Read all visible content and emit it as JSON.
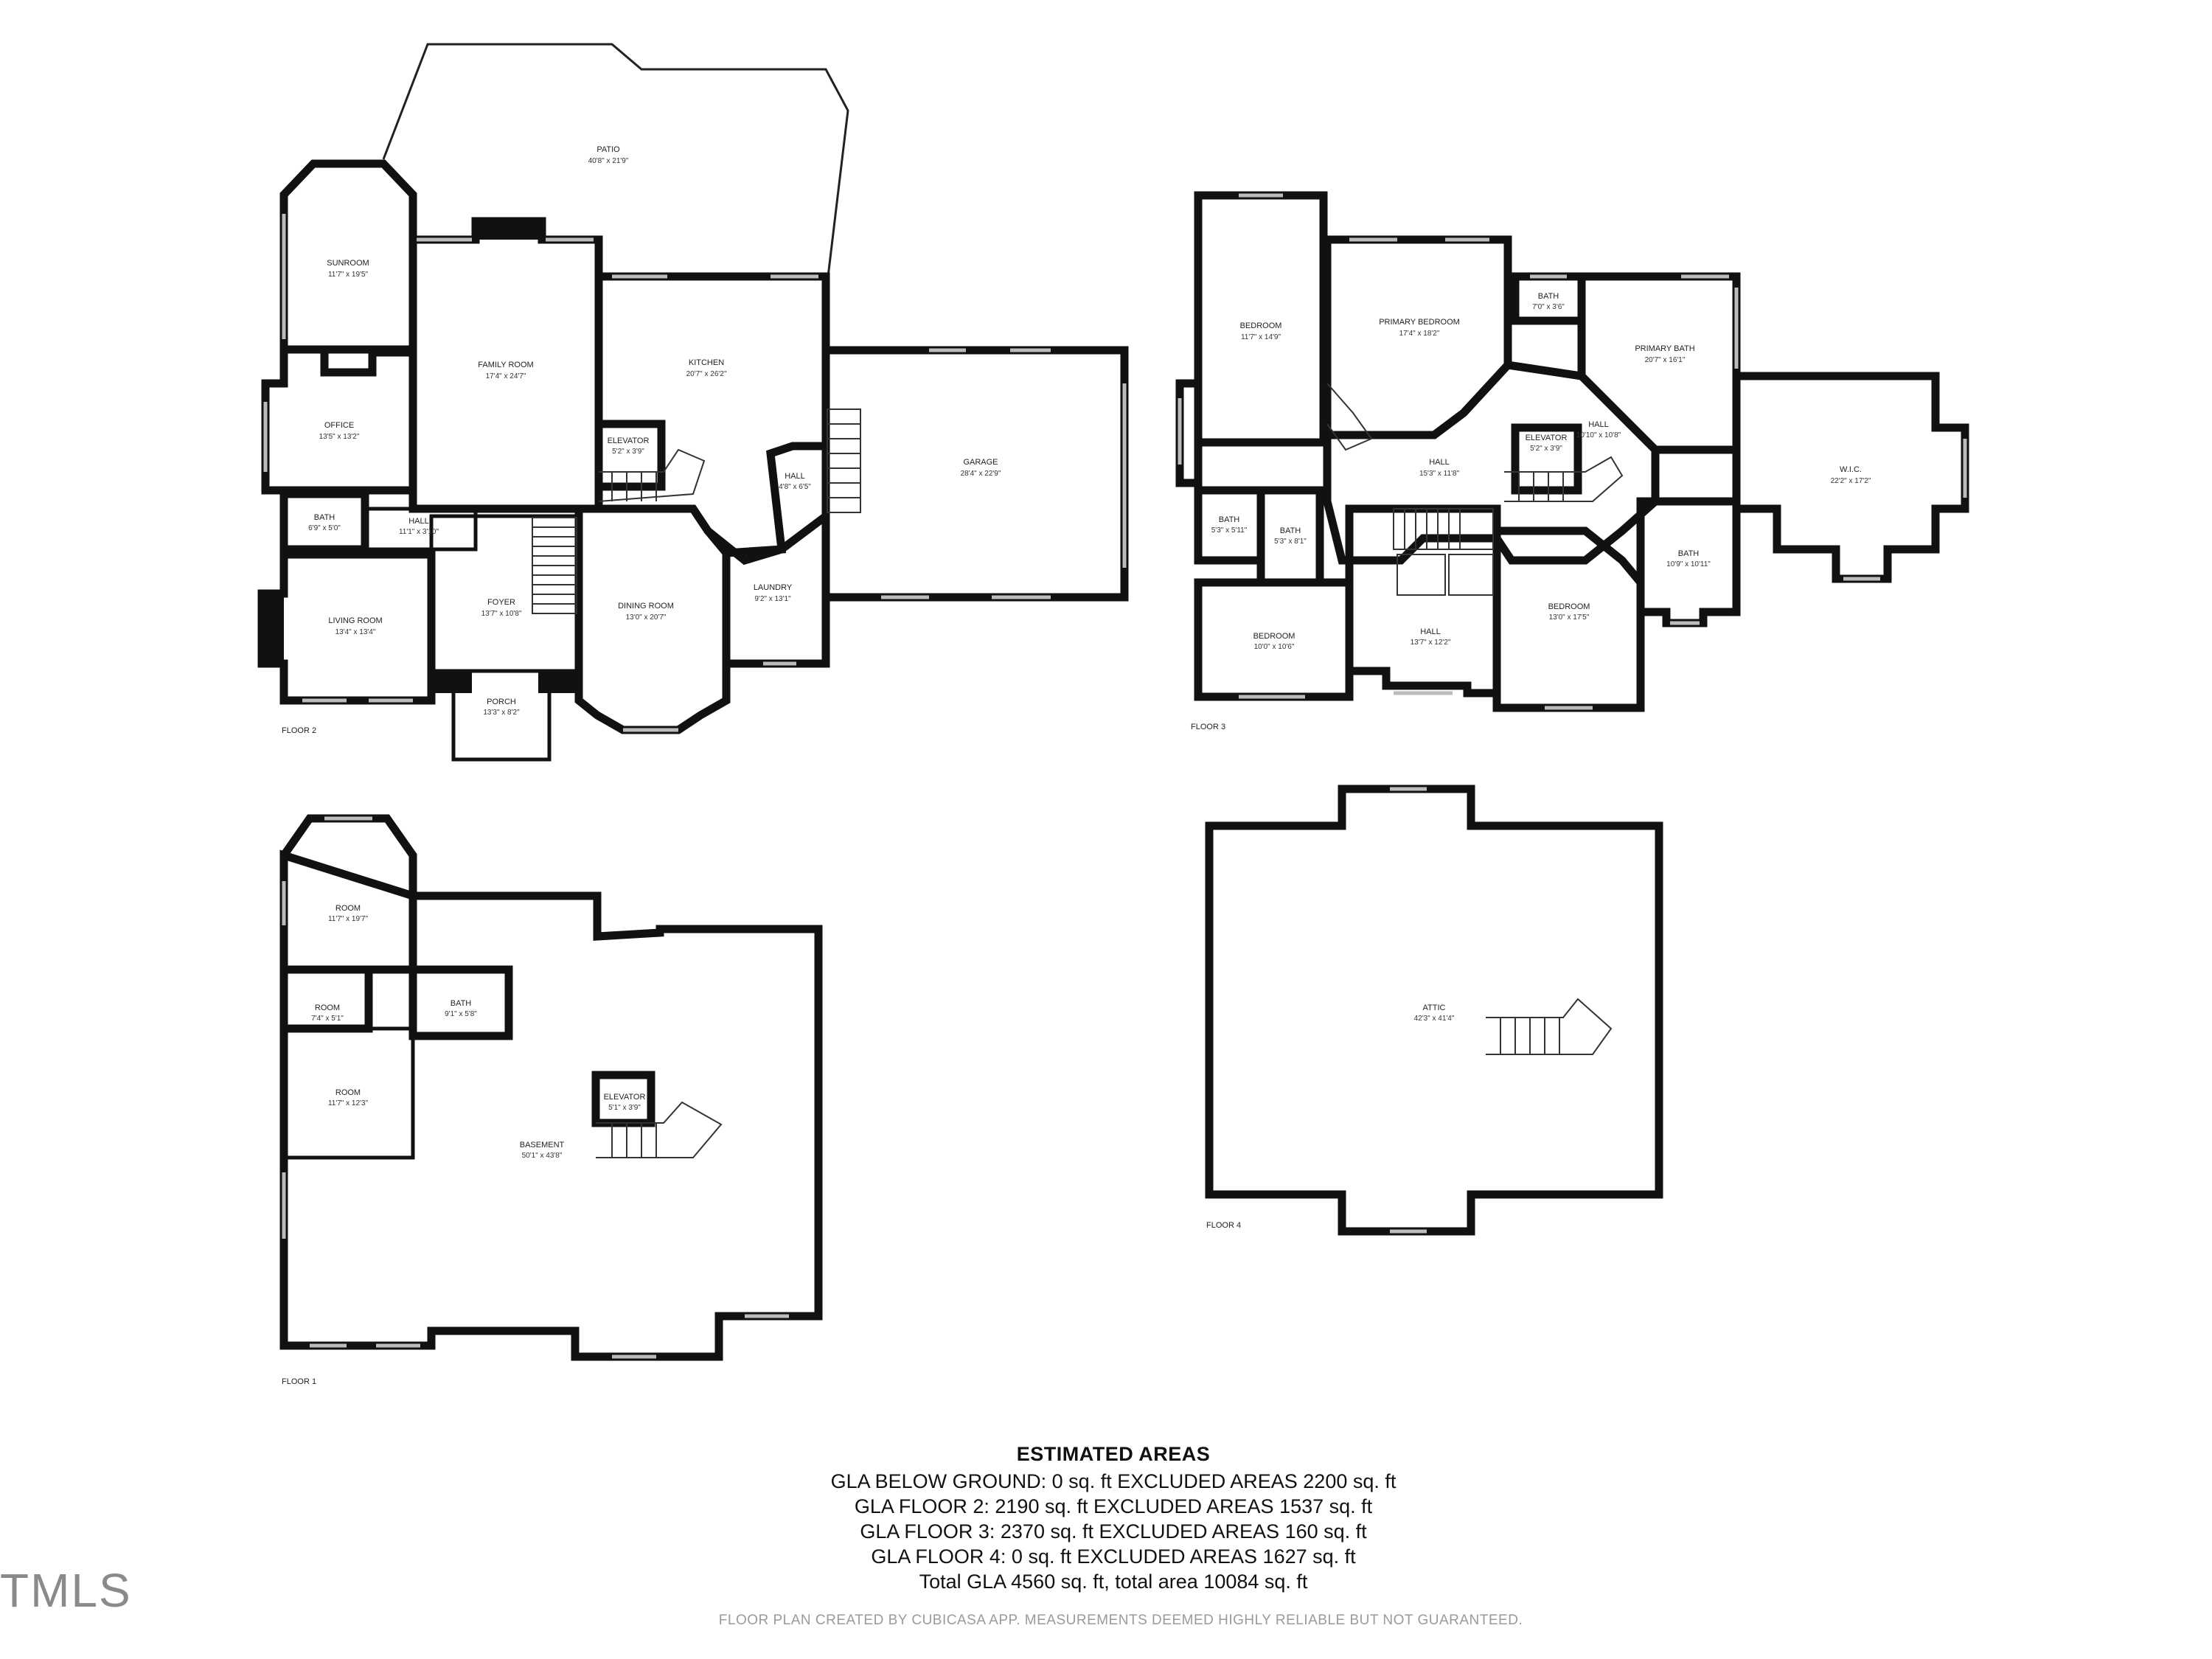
{
  "rooms": {
    "patio": {
      "name": "PATIO",
      "dim": "40'8\" x 21'9\""
    },
    "sunroom": {
      "name": "SUNROOM",
      "dim": "11'7\" x 19'5\""
    },
    "family_room": {
      "name": "FAMILY ROOM",
      "dim": "17'4\" x 24'7\""
    },
    "kitchen": {
      "name": "KITCHEN",
      "dim": "20'7\" x 26'2\""
    },
    "office": {
      "name": "OFFICE",
      "dim": "13'5\" x 13'2\""
    },
    "elevator_f2": {
      "name": "ELEVATOR",
      "dim": "5'2\" x 3'9\""
    },
    "hall_f2_small": {
      "name": "HALL",
      "dim": "4'8\" x 6'5\""
    },
    "garage": {
      "name": "GARAGE",
      "dim": "28'4\" x 22'9\""
    },
    "bath_f2": {
      "name": "BATH",
      "dim": "6'9\" x 5'0\""
    },
    "hall_f2": {
      "name": "HALL",
      "dim": "11'1\" x 3'10\""
    },
    "living_room": {
      "name": "LIVING ROOM",
      "dim": "13'4\" x 13'4\""
    },
    "foyer": {
      "name": "FOYER",
      "dim": "13'7\" x 10'8\""
    },
    "dining_room": {
      "name": "DINING ROOM",
      "dim": "13'0\" x 20'7\""
    },
    "laundry": {
      "name": "LAUNDRY",
      "dim": "9'2\" x 13'1\""
    },
    "porch": {
      "name": "PORCH",
      "dim": "13'3\" x 8'2\""
    },
    "bedroom_f3_a": {
      "name": "BEDROOM",
      "dim": "11'7\" x 14'9\""
    },
    "primary_bedroom": {
      "name": "PRIMARY BEDROOM",
      "dim": "17'4\" x 18'2\""
    },
    "bath_f3_a": {
      "name": "BATH",
      "dim": "7'0\" x 3'6\""
    },
    "primary_bath": {
      "name": "PRIMARY BATH",
      "dim": "20'7\" x 16'1\""
    },
    "elevator_f3": {
      "name": "ELEVATOR",
      "dim": "5'2\" x 3'9\""
    },
    "hall_f3_a": {
      "name": "HALL",
      "dim": "10'10\" x 10'8\""
    },
    "hall_f3_b": {
      "name": "HALL",
      "dim": "15'3\" x 11'8\""
    },
    "wic": {
      "name": "W.I.C.",
      "dim": "22'2\" x 17'2\""
    },
    "bath_f3_b": {
      "name": "BATH",
      "dim": "5'3\" x 5'11\""
    },
    "bath_f3_c": {
      "name": "BATH",
      "dim": "5'3\" x 8'1\""
    },
    "bath_f3_d": {
      "name": "BATH",
      "dim": "10'9\" x 10'11\""
    },
    "bedroom_f3_b": {
      "name": "BEDROOM",
      "dim": "10'0\" x 10'6\""
    },
    "hall_f3_c": {
      "name": "HALL",
      "dim": "13'7\" x 12'2\""
    },
    "bedroom_f3_c": {
      "name": "BEDROOM",
      "dim": "13'0\" x 17'5\""
    },
    "room_f1_a": {
      "name": "ROOM",
      "dim": "11'7\" x 19'7\""
    },
    "room_f1_b": {
      "name": "ROOM",
      "dim": "7'4\" x 5'1\""
    },
    "bath_f1": {
      "name": "BATH",
      "dim": "9'1\" x 5'8\""
    },
    "room_f1_c": {
      "name": "ROOM",
      "dim": "11'7\" x 12'3\""
    },
    "elevator_f1": {
      "name": "ELEVATOR",
      "dim": "5'1\" x 3'9\""
    },
    "basement": {
      "name": "BASEMENT",
      "dim": "50'1\" x 43'8\""
    },
    "attic": {
      "name": "ATTIC",
      "dim": "42'3\" x 41'4\""
    }
  },
  "floors": {
    "floor1": "FLOOR 1",
    "floor2": "FLOOR 2",
    "floor3": "FLOOR 3",
    "floor4": "FLOOR 4"
  },
  "summary": {
    "title": "ESTIMATED AREAS",
    "lines": [
      "GLA BELOW GROUND: 0 sq. ft EXCLUDED AREAS 2200 sq. ft",
      "GLA FLOOR 2: 2190 sq. ft EXCLUDED AREAS 1537 sq. ft",
      "GLA FLOOR 3: 2370 sq. ft EXCLUDED AREAS 160 sq. ft",
      "GLA FLOOR 4: 0 sq. ft EXCLUDED AREAS 1627 sq. ft",
      "Total GLA 4560 sq. ft, total area 10084 sq. ft"
    ]
  },
  "footer_note": "FLOOR PLAN CREATED BY CUBICASA APP. MEASUREMENTS DEEMED HIGHLY RELIABLE BUT NOT GUARANTEED.",
  "logo_text": "TMLS"
}
